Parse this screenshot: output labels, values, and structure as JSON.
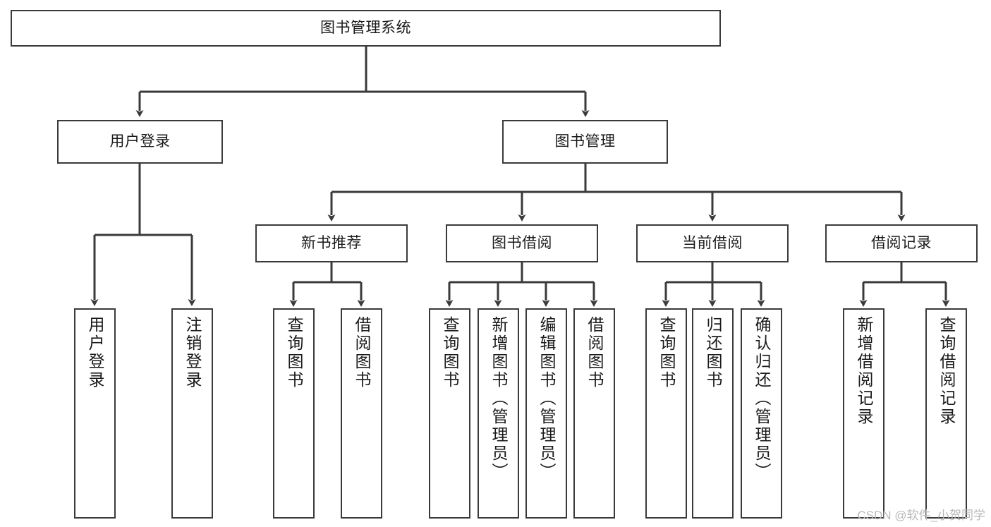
{
  "diagram": {
    "title": "图书管理系统",
    "type": "tree-hierarchy-diagram",
    "colors": {
      "stroke": "#3a3a3a",
      "fill": "#ffffff",
      "text": "#1a1a1a",
      "watermark": "#b9b9b9"
    },
    "root": {
      "label": "图书管理系统"
    },
    "level2": [
      {
        "label": "用户登录"
      },
      {
        "label": "图书管理"
      }
    ],
    "level3": [
      {
        "label": "新书推荐"
      },
      {
        "label": "图书借阅"
      },
      {
        "label": "当前借阅"
      },
      {
        "label": "借阅记录"
      }
    ],
    "leaves": {
      "user_login": [
        {
          "label": "用户登录"
        },
        {
          "label": "注销登录"
        }
      ],
      "new_book_recommend": [
        {
          "label": "查询图书"
        },
        {
          "label": "借阅图书"
        }
      ],
      "book_borrow": [
        {
          "label": "查询图书"
        },
        {
          "label": "新增图书（管理员）"
        },
        {
          "label": "编辑图书（管理员）"
        },
        {
          "label": "借阅图书"
        }
      ],
      "current_borrow": [
        {
          "label": "查询图书"
        },
        {
          "label": "归还图书"
        },
        {
          "label": "确认归还（管理员）"
        }
      ],
      "borrow_records": [
        {
          "label": "新增借阅记录"
        },
        {
          "label": "查询借阅记录"
        }
      ]
    }
  },
  "watermark": {
    "text": "CSDN @软件_小贺同学"
  }
}
